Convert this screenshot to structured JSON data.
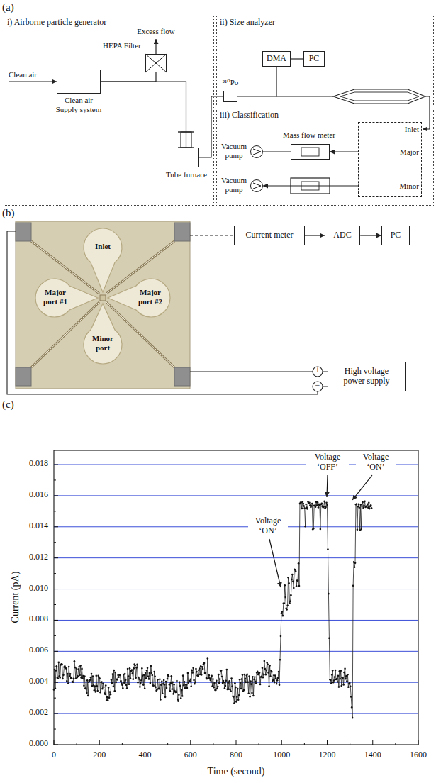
{
  "diagram": {
    "nodes": [
      {
        "text": [
          "i) Airborne particle generator"
        ]
      },
      {
        "text": [
          "Clean air Supply system"
        ],
        "in": 0
      },
      {
        "text": [
          "HEPA Filter"
        ],
        "in": 0
      },
      {
        "text": [
          "Tube furnace"
        ],
        "in": 0
      },
      {
        "text": [
          "ii) Size analyzer"
        ]
      },
      {
        "text": [
          "²¹⁰Po"
        ],
        "in": 4
      },
      {
        "text": [
          "DMA"
        ],
        "in": 4
      },
      {
        "text": [
          "PC"
        ],
        "in": 4
      },
      {
        "text": [
          "iii) Classification"
        ]
      },
      {
        "text": [
          "Mass flow meter"
        ],
        "in": 8
      },
      {
        "text": [
          "Vacuum pump"
        ],
        "in": 8
      },
      {
        "text": [
          "Vacuum pump"
        ],
        "in": 8
      },
      {
        "text": [
          "Inlet",
          "Major",
          "Minor"
        ],
        "in": 8
      },
      {
        "text": [
          "Current meter"
        ]
      },
      {
        "text": [
          "ADC"
        ]
      },
      {
        "text": [
          "PC"
        ]
      },
      {
        "text": [
          "High voltage power supply"
        ]
      }
    ],
    "edges": [
      {
        "from": 1,
        "to": 2,
        "arrow": "none"
      },
      {
        "from": 1,
        "to": 3,
        "arrow": "none"
      },
      {
        "from": 3,
        "to": 5,
        "arrow": "none"
      },
      {
        "from": 5,
        "to": 6,
        "arrow": "none"
      },
      {
        "from": 6,
        "to": 7,
        "arrow": "none"
      },
      {
        "from": 12,
        "to": 9,
        "arrow": "to"
      },
      {
        "from": 9,
        "to": 10,
        "arrow": "none"
      },
      {
        "from": 12,
        "to": 11,
        "arrow": "to"
      },
      {
        "from": 13,
        "to": 14,
        "arrow": "to"
      },
      {
        "from": 14,
        "to": 15,
        "arrow": "to"
      }
    ],
    "labels": [
      "(a)",
      "Clean air",
      "Excess flow",
      "(b)",
      "Inlet",
      "Major port #1",
      "Major port #2",
      "Minor port",
      "+",
      "−",
      "(c)",
      "Current (pA)",
      "Time (second)",
      "0.000",
      "0.002",
      "0.004",
      "0.006",
      "0.008",
      "0.010",
      "0.012",
      "0.014",
      "0.016",
      "0.018",
      "0",
      "200",
      "400",
      "600",
      "800",
      "1000",
      "1200",
      "1400",
      "1600",
      "Voltage ‘ON’",
      "Voltage ‘OFF’",
      "Voltage ‘ON’"
    ]
  }
}
